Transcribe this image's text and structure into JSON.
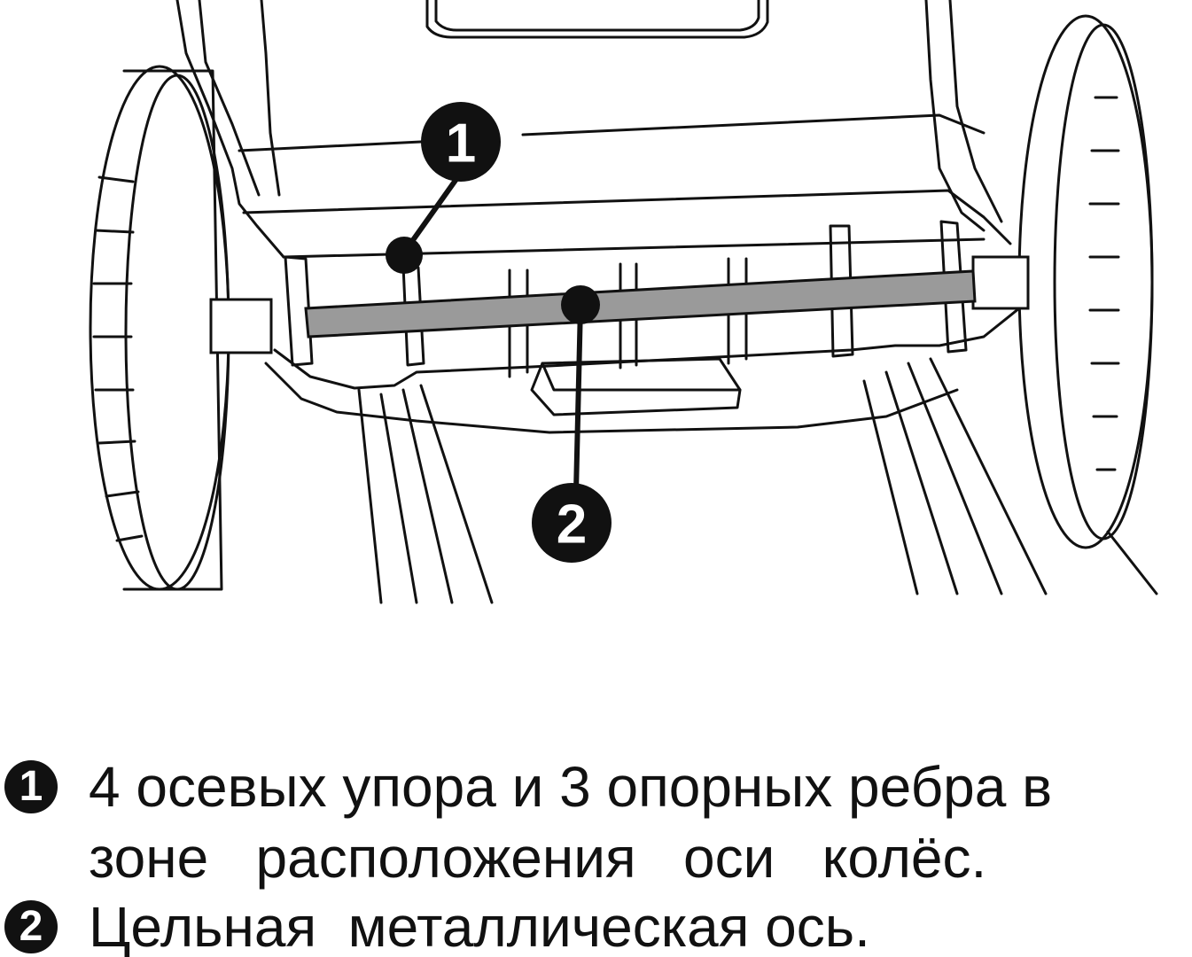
{
  "callouts": [
    {
      "number": "1"
    },
    {
      "number": "2"
    }
  ],
  "legend": {
    "item1": {
      "marker": "1",
      "line1": "4 осевых упора и 3 опорных ребра в",
      "line2": "зоне   расположения   оси   колёс."
    },
    "item2": {
      "marker": "2",
      "text": "Цельная  металлическая ось."
    }
  },
  "colors": {
    "ink": "#111111",
    "axle": "#9a9a9a",
    "paper": "#ffffff"
  }
}
